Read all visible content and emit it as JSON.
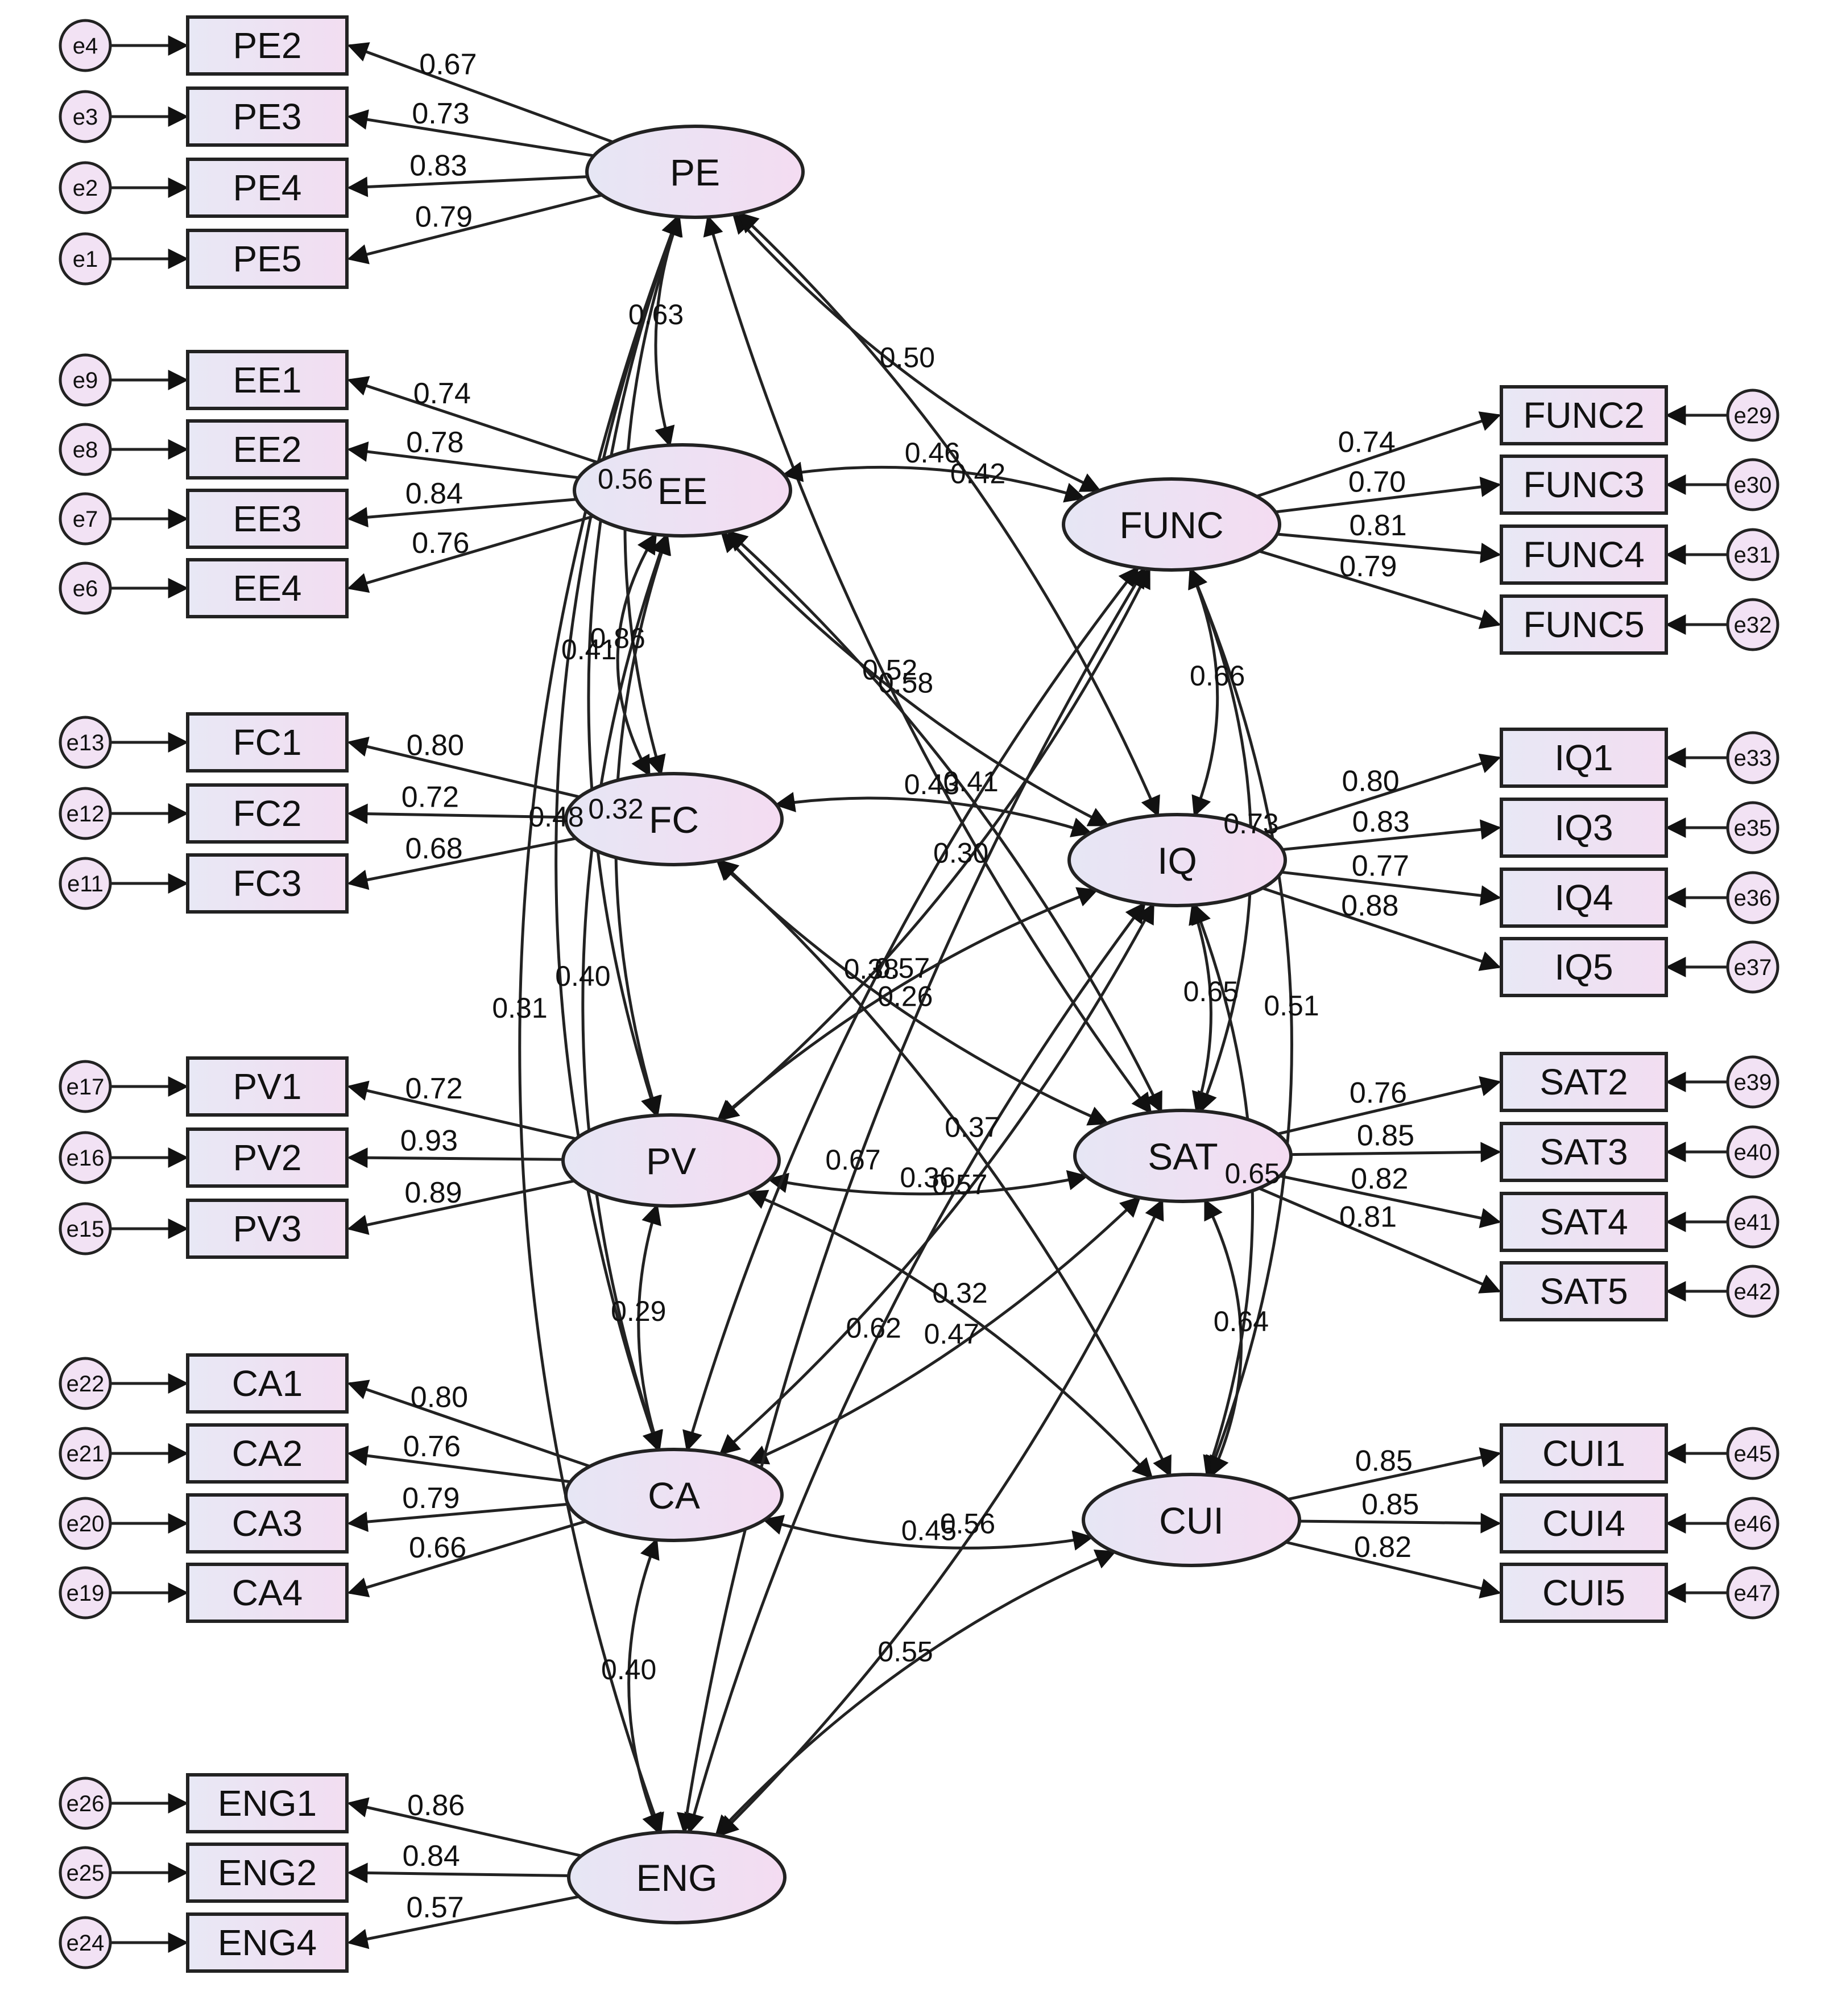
{
  "latents": {
    "PE": "PE",
    "EE": "EE",
    "FC": "FC",
    "PV": "PV",
    "CA": "CA",
    "ENG": "ENG",
    "FUNC": "FUNC",
    "IQ": "IQ",
    "SAT": "SAT",
    "CUI": "CUI"
  },
  "left_groups": [
    {
      "latent": "PE",
      "indicators": [
        {
          "name": "PE2",
          "err": "e4",
          "loading": "0.67"
        },
        {
          "name": "PE3",
          "err": "e3",
          "loading": "0.73"
        },
        {
          "name": "PE4",
          "err": "e2",
          "loading": "0.83"
        },
        {
          "name": "PE5",
          "err": "e1",
          "loading": "0.79"
        }
      ]
    },
    {
      "latent": "EE",
      "indicators": [
        {
          "name": "EE1",
          "err": "e9",
          "loading": "0.74"
        },
        {
          "name": "EE2",
          "err": "e8",
          "loading": "0.78"
        },
        {
          "name": "EE3",
          "err": "e7",
          "loading": "0.84"
        },
        {
          "name": "EE4",
          "err": "e6",
          "loading": "0.76"
        }
      ]
    },
    {
      "latent": "FC",
      "indicators": [
        {
          "name": "FC1",
          "err": "e13",
          "loading": "0.80"
        },
        {
          "name": "FC2",
          "err": "e12",
          "loading": "0.72"
        },
        {
          "name": "FC3",
          "err": "e11",
          "loading": "0.68"
        }
      ]
    },
    {
      "latent": "PV",
      "indicators": [
        {
          "name": "PV1",
          "err": "e17",
          "loading": "0.72"
        },
        {
          "name": "PV2",
          "err": "e16",
          "loading": "0.93"
        },
        {
          "name": "PV3",
          "err": "e15",
          "loading": "0.89"
        }
      ]
    },
    {
      "latent": "CA",
      "indicators": [
        {
          "name": "CA1",
          "err": "e22",
          "loading": "0.80"
        },
        {
          "name": "CA2",
          "err": "e21",
          "loading": "0.76"
        },
        {
          "name": "CA3",
          "err": "e20",
          "loading": "0.79"
        },
        {
          "name": "CA4",
          "err": "e19",
          "loading": "0.66"
        }
      ]
    },
    {
      "latent": "ENG",
      "indicators": [
        {
          "name": "ENG1",
          "err": "e26",
          "loading": "0.86"
        },
        {
          "name": "ENG2",
          "err": "e25",
          "loading": "0.84"
        },
        {
          "name": "ENG4",
          "err": "e24",
          "loading": "0.57"
        }
      ]
    }
  ],
  "right_groups": [
    {
      "latent": "FUNC",
      "indicators": [
        {
          "name": "FUNC2",
          "err": "e29",
          "loading": "0.74"
        },
        {
          "name": "FUNC3",
          "err": "e30",
          "loading": "0.70"
        },
        {
          "name": "FUNC4",
          "err": "e31",
          "loading": "0.81"
        },
        {
          "name": "FUNC5",
          "err": "e32",
          "loading": "0.79"
        }
      ]
    },
    {
      "latent": "IQ",
      "indicators": [
        {
          "name": "IQ1",
          "err": "e33",
          "loading": "0.80"
        },
        {
          "name": "IQ3",
          "err": "e35",
          "loading": "0.83"
        },
        {
          "name": "IQ4",
          "err": "e36",
          "loading": "0.77"
        },
        {
          "name": "IQ5",
          "err": "e37",
          "loading": "0.88"
        }
      ]
    },
    {
      "latent": "SAT",
      "indicators": [
        {
          "name": "SAT2",
          "err": "e39",
          "loading": "0.76"
        },
        {
          "name": "SAT3",
          "err": "e40",
          "loading": "0.85"
        },
        {
          "name": "SAT4",
          "err": "e41",
          "loading": "0.82"
        },
        {
          "name": "SAT5",
          "err": "e42",
          "loading": "0.81"
        }
      ]
    },
    {
      "latent": "CUI",
      "indicators": [
        {
          "name": "CUI1",
          "err": "e45",
          "loading": "0.85"
        },
        {
          "name": "CUI4",
          "err": "e46",
          "loading": "0.85"
        },
        {
          "name": "CUI5",
          "err": "e47",
          "loading": "0.82"
        }
      ]
    }
  ],
  "correlations": [
    {
      "a": "PE",
      "b": "EE",
      "value": "0.63"
    },
    {
      "a": "PE",
      "b": "FUNC",
      "value": "0.50"
    },
    {
      "a": "PE",
      "b": "IQ",
      "value": "0.42"
    },
    {
      "a": "PE",
      "b": "SAT",
      "value": "0.52"
    },
    {
      "a": "PE",
      "b": "FC",
      "value": "0.56"
    },
    {
      "a": "PE",
      "b": "PV",
      "value": "0.41"
    },
    {
      "a": "PE",
      "b": "CA",
      "value": "0.48"
    },
    {
      "a": "PE",
      "b": "ENG",
      "value": "0.31"
    },
    {
      "a": "EE",
      "b": "FUNC",
      "value": "0.46"
    },
    {
      "a": "EE",
      "b": "IQ",
      "value": "0.58"
    },
    {
      "a": "EE",
      "b": "SAT",
      "value": "0.41"
    },
    {
      "a": "EE",
      "b": "FC",
      "value": "0.86"
    },
    {
      "a": "EE",
      "b": "PV",
      "value": "0.32"
    },
    {
      "a": "EE",
      "b": "CA",
      "value": "0.40"
    },
    {
      "a": "FC",
      "b": "IQ",
      "value": "0.43"
    },
    {
      "a": "FC",
      "b": "SAT",
      "value": "0.26"
    },
    {
      "a": "FC",
      "b": "CUI",
      "value": "0.37"
    },
    {
      "a": "PV",
      "b": "FUNC",
      "value": "0.30"
    },
    {
      "a": "PV",
      "b": "IQ",
      "value": "0.57"
    },
    {
      "a": "PV",
      "b": "SAT",
      "value": "0.36"
    },
    {
      "a": "PV",
      "b": "CUI",
      "value": "0.32"
    },
    {
      "a": "CA",
      "b": "SAT",
      "value": "0.47"
    },
    {
      "a": "CA",
      "b": "FUNC",
      "value": "0.38"
    },
    {
      "a": "CA",
      "b": "CUI",
      "value": "0.45"
    },
    {
      "a": "CA",
      "b": "PV",
      "value": "0.29"
    },
    {
      "a": "ENG",
      "b": "CA",
      "value": "0.40"
    },
    {
      "a": "ENG",
      "b": "CUI",
      "value": "0.55"
    },
    {
      "a": "ENG",
      "b": "SAT",
      "value": "0.56"
    },
    {
      "a": "ENG",
      "b": "IQ",
      "value": "0.62"
    },
    {
      "a": "FUNC",
      "b": "IQ",
      "value": "0.66"
    },
    {
      "a": "FUNC",
      "b": "SAT",
      "value": "0.73"
    },
    {
      "a": "FUNC",
      "b": "CUI",
      "value": "0.51"
    },
    {
      "a": "IQ",
      "b": "SAT",
      "value": "0.65"
    },
    {
      "a": "IQ",
      "b": "CUI",
      "value": "0.65"
    },
    {
      "a": "SAT",
      "b": "CUI",
      "value": "0.64"
    },
    {
      "a": "FUNC",
      "b": "ENG",
      "value": "0.67"
    },
    {
      "a": "IQ",
      "b": "CA",
      "value": "0.57"
    }
  ],
  "colors": {
    "node_fill": "#f1e0f3",
    "node_fill_alt": "#e4e4f3",
    "stroke": "#222222"
  }
}
